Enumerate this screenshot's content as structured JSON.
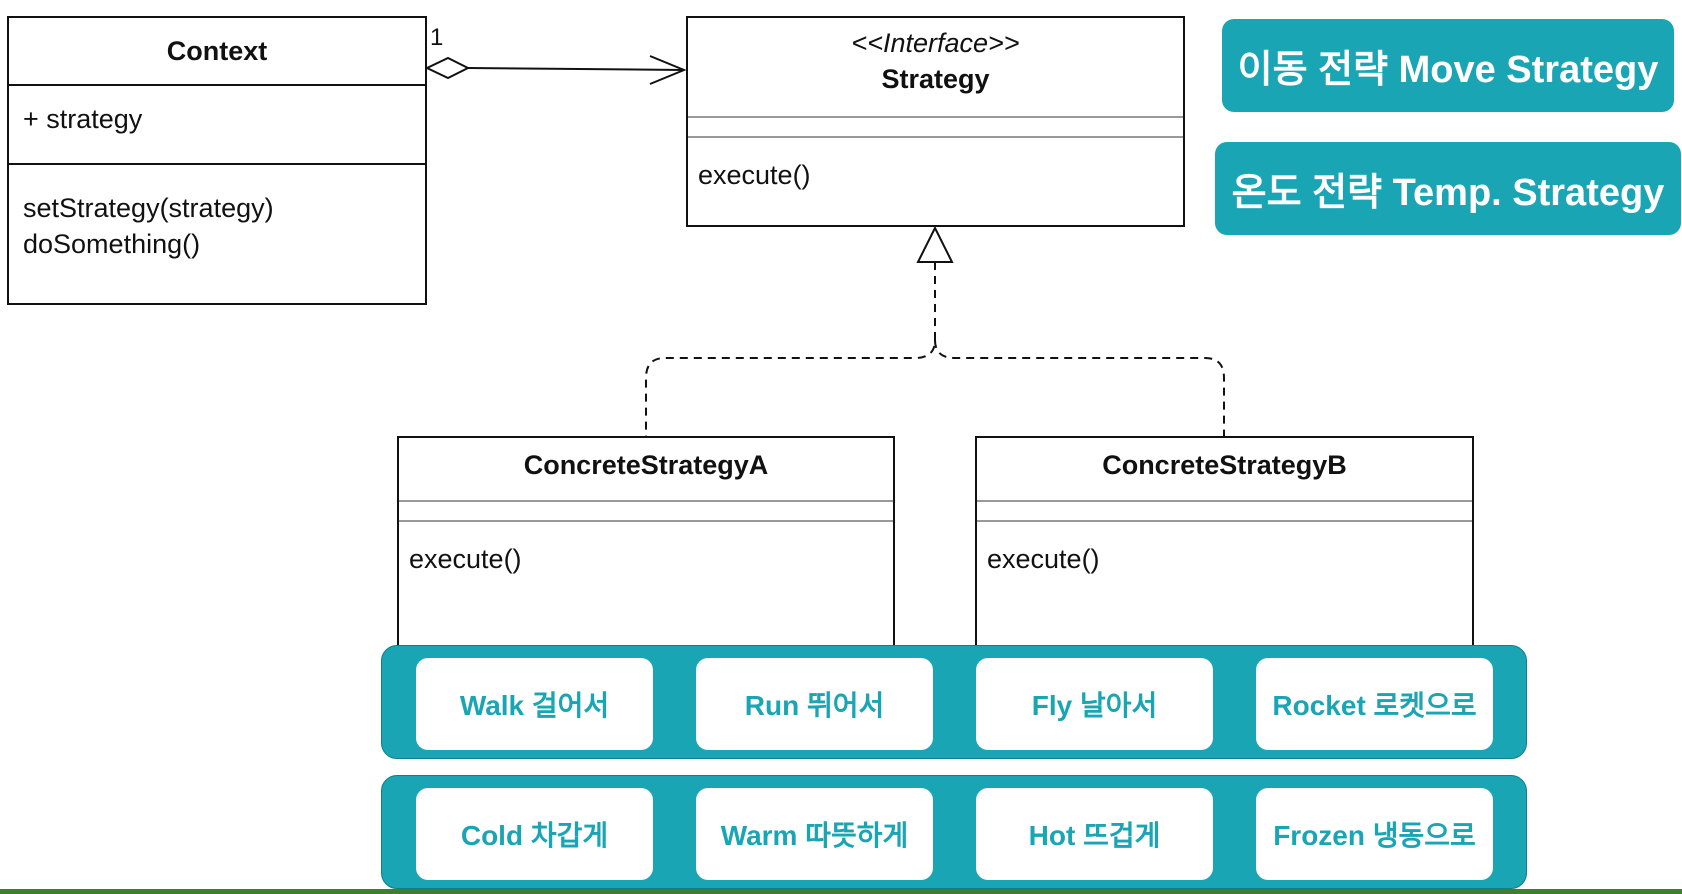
{
  "context": {
    "name": "Context",
    "multiplicity": "1",
    "attribute": "+ strategy",
    "methods": [
      "setStrategy(strategy)",
      "doSomething()"
    ]
  },
  "strategy": {
    "stereotype": "<<Interface>>",
    "name": "Strategy",
    "method": "execute()"
  },
  "concrete_a": {
    "name": "ConcreteStrategyA",
    "method": "execute()"
  },
  "concrete_b": {
    "name": "ConcreteStrategyB",
    "method": "execute()"
  },
  "labels": {
    "move": "이동 전략 Move Strategy",
    "temp": "온도 전략 Temp. Strategy"
  },
  "move_options": [
    "Walk 걸어서",
    "Run 뛰어서",
    "Fly 날아서",
    "Rocket 로켓으로"
  ],
  "temp_options": [
    "Cold 차갑게",
    "Warm 따뜻하게",
    "Hot 뜨겁게",
    "Frozen 냉동으로"
  ],
  "colors": {
    "accent": "#1aa5b4",
    "line": "#111111",
    "footer": "#3f7e2b"
  }
}
